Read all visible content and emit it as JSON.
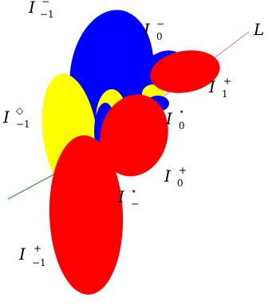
{
  "colors": {
    "blue": "#0000ff",
    "red": "#ff0000",
    "yellow": "#ffff00",
    "pink": "#f0b8c0",
    "axis_pink": "#e890b8",
    "axis_green": "#5a9a5a"
  },
  "labels": {
    "top_blue": {
      "base": "I",
      "sup": "−",
      "sub": "−1"
    },
    "blue_small": {
      "base": "I",
      "sup": "−",
      "sub": "0"
    },
    "axis_end": "L",
    "yellow_left": {
      "base": "I",
      "sup": "◇",
      "sub": "−1"
    },
    "red_right_top": {
      "base": "I",
      "sup": "+",
      "sub": "1"
    },
    "star_upper": {
      "base": "I",
      "sup": "⋆",
      "sub": "0"
    },
    "red_middle": {
      "base": "I",
      "sup": "+",
      "sub": "0"
    },
    "star_lower": {
      "base": "I",
      "sup": "⋆",
      "sub": "−"
    },
    "red_bottom": {
      "base": "I",
      "sup": "+",
      "sub": "−1"
    }
  }
}
